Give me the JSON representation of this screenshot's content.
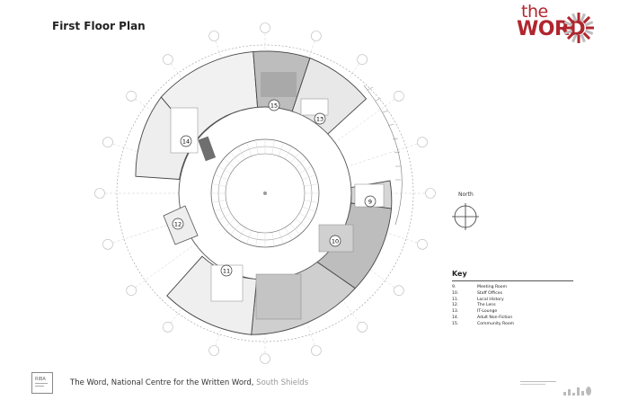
{
  "header": {
    "title": "First Floor Plan"
  },
  "logo": {
    "line1": "the",
    "line2": "WORD",
    "brand_color": "#b0262f"
  },
  "plan": {
    "room_labels": [
      {
        "num": "9"
      },
      {
        "num": "10"
      },
      {
        "num": "11"
      },
      {
        "num": "12"
      },
      {
        "num": "13"
      },
      {
        "num": "14"
      },
      {
        "num": "15"
      }
    ]
  },
  "compass": {
    "label": "North"
  },
  "key": {
    "title": "Key",
    "items": [
      {
        "num": "9.",
        "label": "Meeting Room"
      },
      {
        "num": "10.",
        "label": "Staff Offices"
      },
      {
        "num": "11.",
        "label": "Local History"
      },
      {
        "num": "12.",
        "label": "The Lens"
      },
      {
        "num": "13.",
        "label": "IT-Lounge"
      },
      {
        "num": "14.",
        "label": "Adult Non-Fiction"
      },
      {
        "num": "15.",
        "label": "Community Room"
      }
    ]
  },
  "footer": {
    "building": "The Word, National Centre for the Written Word,",
    "town": "South Shields",
    "badge": "RIBA"
  }
}
